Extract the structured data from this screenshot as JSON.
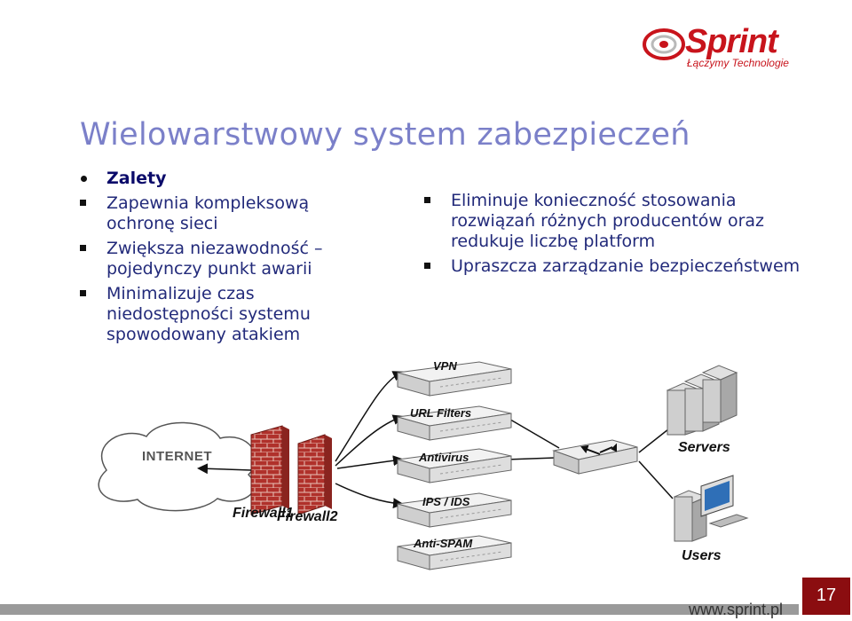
{
  "logo": {
    "brand": "Sprint",
    "tagline": "Łączymy Technologie"
  },
  "slide": {
    "title": "Wielowarstwowy system zabezpieczeń"
  },
  "left_list": {
    "heading": "Zalety",
    "items": [
      "Zapewnia kompleksową ochronę sieci",
      "Zwiększa niezawodność – pojedynczy punkt awarii",
      "Minimalizuje czas niedostępności systemu spowodowany atakiem"
    ]
  },
  "right_list": {
    "items": [
      "Eliminuje konieczność stosowania rozwiązań różnych producentów oraz redukuje liczbę platform",
      "Upraszcza zarządzanie bezpieczeństwem"
    ]
  },
  "diagram": {
    "cloud": "INTERNET",
    "firewalls": [
      "Firewall1",
      "Firewall2"
    ],
    "modules": [
      "VPN",
      "URL Filters",
      "Antivirus",
      "IPS / IDS",
      "Anti-SPAM"
    ],
    "servers": "Servers",
    "users": "Users"
  },
  "footer": {
    "page_number": "17",
    "url": "www.sprint.pl"
  },
  "colors": {
    "title": "#7b80c9",
    "text": "#222a7a",
    "brand_red": "#c8141c",
    "page_box": "#8b0d10"
  }
}
